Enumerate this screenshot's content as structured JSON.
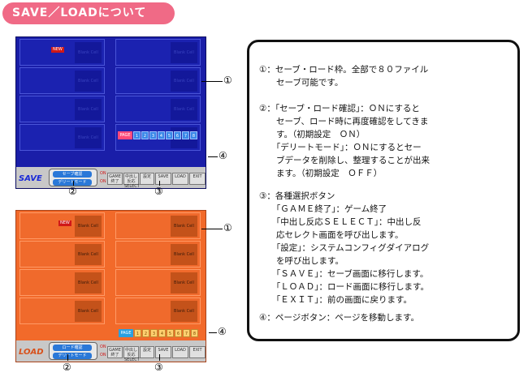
{
  "title": "SAVE／LOADについて",
  "screens": {
    "save": {
      "mode_label": "SAVE",
      "new_tag": "NEW",
      "cell_label": "Blank Cell",
      "toggle1": "セーブ確認",
      "toggle2": "デリートモード",
      "toggle1_state": "ON",
      "toggle2_state": "ON",
      "page_label": "PAGE",
      "pages": [
        "1",
        "2",
        "3",
        "4",
        "5",
        "6",
        "7",
        "8"
      ],
      "menu": [
        "GAME終了",
        "中出し反応SELECT",
        "設定",
        "SAVE",
        "LOAD",
        "EXIT"
      ]
    },
    "load": {
      "mode_label": "LOAD",
      "new_tag": "NEW",
      "cell_label": "Blank Cell",
      "toggle1": "ロード確認",
      "toggle2": "デリートモード",
      "toggle1_state": "ON",
      "toggle2_state": "ON",
      "page_label": "PAGE",
      "pages": [
        "1",
        "2",
        "3",
        "4",
        "5",
        "6",
        "7",
        "8"
      ],
      "menu": [
        "GAME終了",
        "中出し反応SELECT",
        "設定",
        "SAVE",
        "LOAD",
        "EXIT"
      ]
    }
  },
  "callouts": {
    "c1": "①",
    "c2": "②",
    "c3": "③",
    "c4": "④"
  },
  "description": {
    "d1": "①：セーブ・ロード枠。全部で８０ファイル\n　　セーブ可能です。",
    "d2": "②：「セーブ・ロード確認」：ＯＮにすると\n　　セーブ、ロード時に再度確認をしてきま\n　　す。（初期設定　ＯＮ）\n　　「デリートモード」：ＯＮにするとセー\n　　ブデータを削除し、整理することが出来\n　　ます。（初期設定　ＯＦＦ）",
    "d3": "③：各種選択ボタン\n　　「ＧＡＭＥ終了」：ゲーム終了\n　　「中出し反応ＳＥＬＥＣＴ」：中出し反\n　　応セレクト画面を呼び出します。\n　　「設定」：システムコンフィグダイアログ\n　　を呼び出します。\n　　「ＳＡＶＥ」：セーブ画面に移行します。\n　　「ＬＯＡＤ」：ロード画面に移行します。\n　　「ＥＸＩＴ」：前の画面に戻ります。",
    "d4": "④：ページボタン：ページを移動します。"
  }
}
